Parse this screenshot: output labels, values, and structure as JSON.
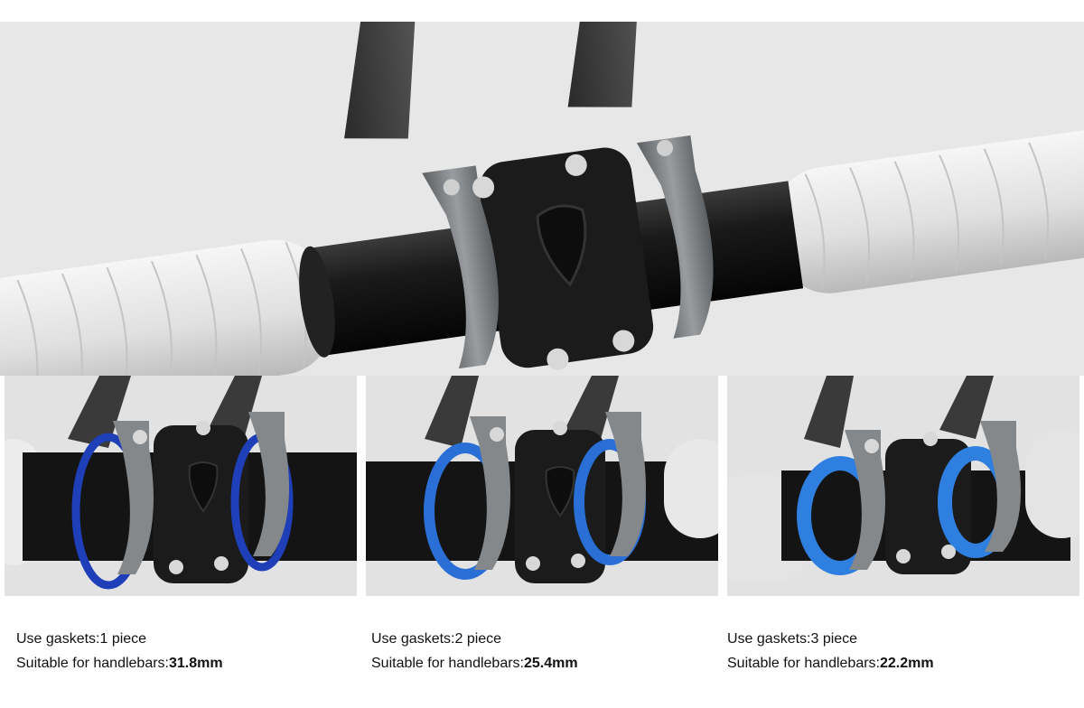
{
  "panels": [
    {
      "line1_label": "Use gaskets:",
      "line1_value": "1 piece",
      "line2_label": "Suitable for handlebars:",
      "line2_value": "31.8mm",
      "gasket_color": "#1f3fb8",
      "tape_color": "#ececec"
    },
    {
      "line1_label": "Use gaskets:",
      "line1_value": "2 piece",
      "line2_label": "Suitable for handlebars:",
      "line2_value": "25.4mm",
      "gasket_color": "#2a6fd6",
      "tape_color": "#e8e8e8"
    },
    {
      "line1_label": "Use gaskets:",
      "line1_value": "3 piece",
      "line2_label": "Suitable for handlebars:",
      "line2_value": "22.2mm",
      "gasket_color": "#2f7fe0",
      "tape_color": "#e4e4e4"
    }
  ],
  "colors": {
    "background": "#ffffff",
    "panel_background": "#e2e2e2",
    "bar_black": "#151515",
    "clamp_gray": "#7a7d80"
  },
  "icons": [
    "handlebar-clamp-illustration",
    "gasket-ring-icon"
  ]
}
